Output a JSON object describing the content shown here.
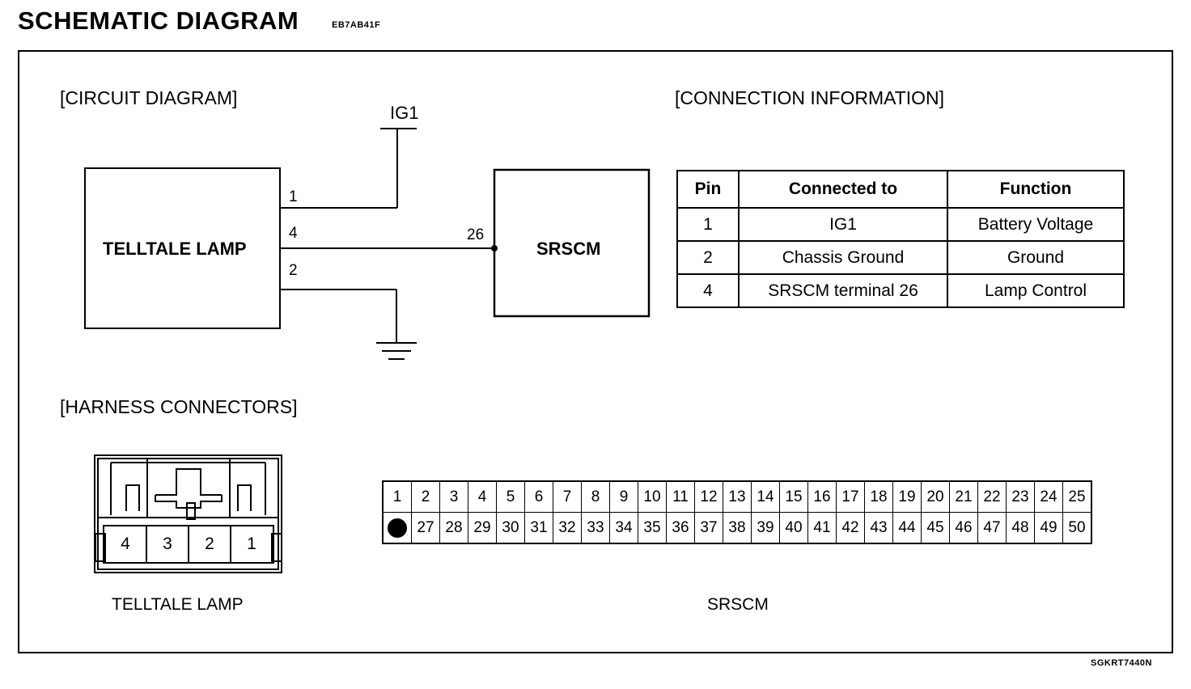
{
  "header": {
    "title": "SCHEMATIC DIAGRAM",
    "code": "EB7AB41F"
  },
  "figure_id": "SGKRT7440N",
  "circuit": {
    "section_title": "[CIRCUIT DIAGRAM]",
    "ig1_label": "IG1",
    "lamp_label": "TELLTALE LAMP",
    "srscm_label": "SRSCM",
    "pin1": "1",
    "pin4": "4",
    "pin2": "2",
    "terminal": "26"
  },
  "connection": {
    "section_title": "[CONNECTION INFORMATION]",
    "headers": [
      "Pin",
      "Connected to",
      "Function"
    ],
    "rows": [
      [
        "1",
        "IG1",
        "Battery Voltage"
      ],
      [
        "2",
        "Chassis Ground",
        "Ground"
      ],
      [
        "4",
        "SRSCM terminal 26",
        "Lamp Control"
      ]
    ]
  },
  "harness": {
    "section_title": "[HARNESS CONNECTORS]",
    "lamp_connector_label": "TELLTALE LAMP",
    "lamp_pins": [
      "4",
      "3",
      "2",
      "1"
    ],
    "srscm_connector_label": "SRSCM",
    "srscm_row1": [
      "1",
      "2",
      "3",
      "4",
      "5",
      "6",
      "7",
      "8",
      "9",
      "10",
      "11",
      "12",
      "13",
      "14",
      "15",
      "16",
      "17",
      "18",
      "19",
      "20",
      "21",
      "22",
      "23",
      "24",
      "25"
    ],
    "srscm_row2": [
      "27",
      "28",
      "29",
      "30",
      "31",
      "32",
      "33",
      "34",
      "35",
      "36",
      "37",
      "38",
      "39",
      "40",
      "41",
      "42",
      "43",
      "44",
      "45",
      "46",
      "47",
      "48",
      "49",
      "50"
    ]
  }
}
